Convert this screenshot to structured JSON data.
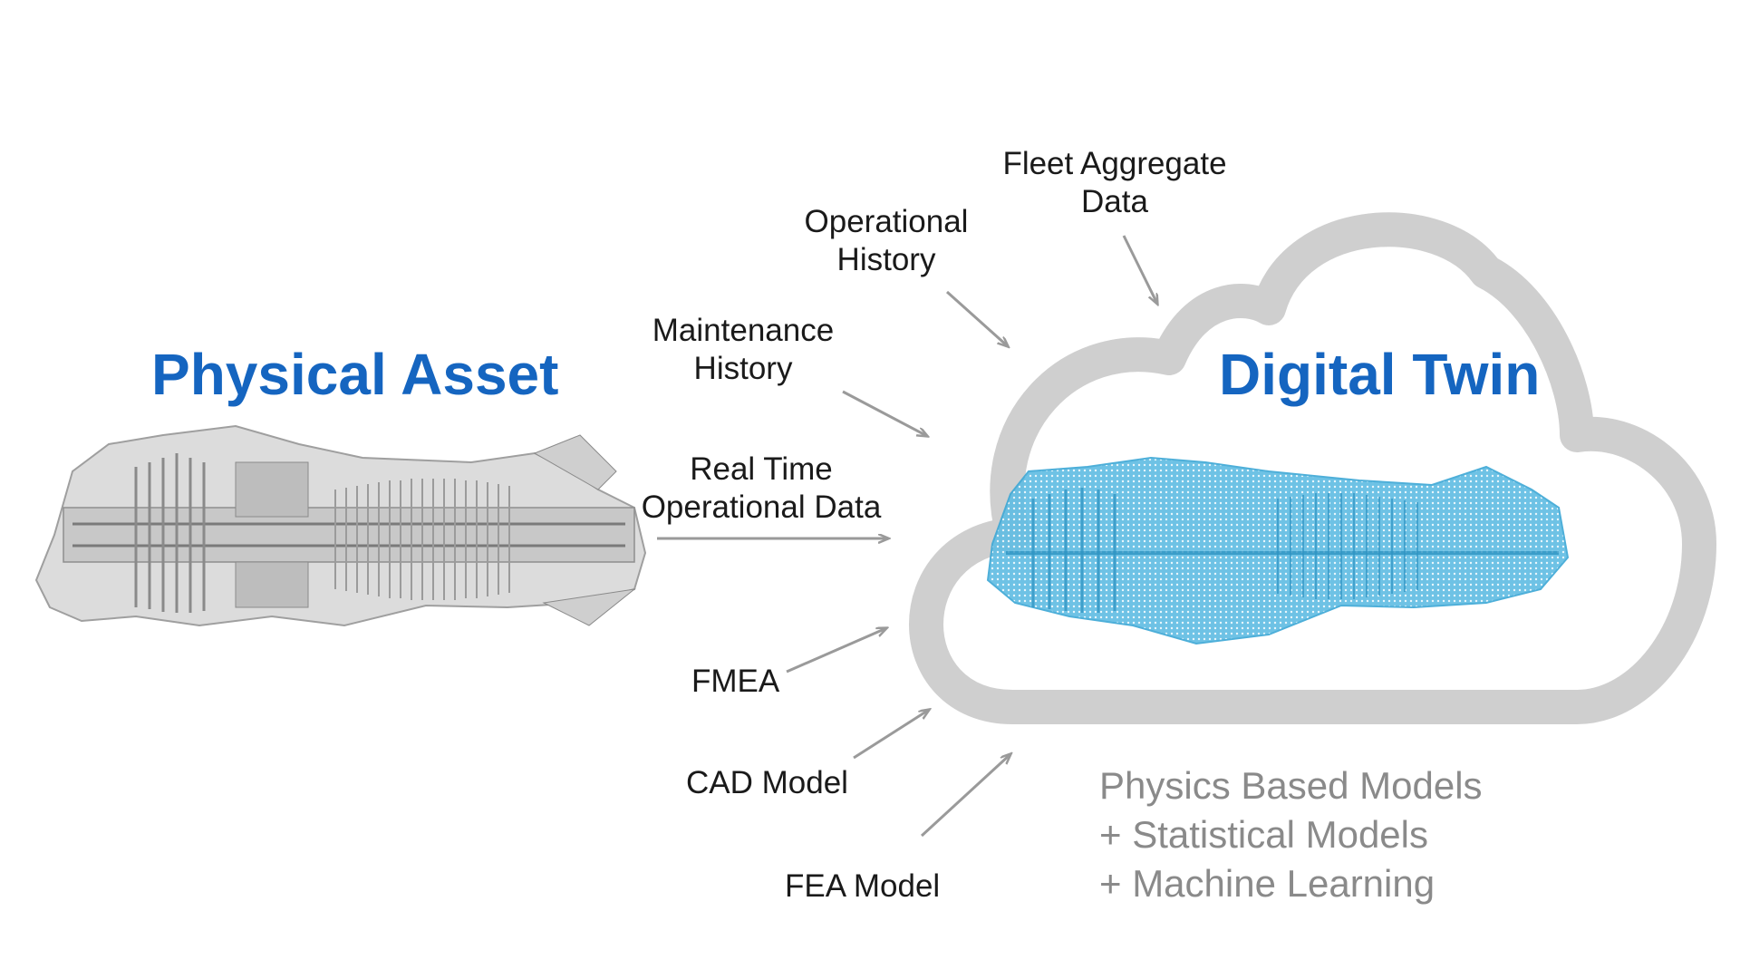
{
  "physical_asset": {
    "title": "Physical Asset",
    "image_icon": "gas-turbine-cutaway"
  },
  "digital_twin": {
    "title": "Digital Twin",
    "image_icon": "gas-turbine-point-cloud"
  },
  "inputs": {
    "fleet": [
      "Fleet Aggregate",
      "Data"
    ],
    "operational": [
      "Operational",
      "History"
    ],
    "maintenance": [
      "Maintenance",
      "History"
    ],
    "realtime": [
      "Real Time",
      "Operational Data"
    ],
    "fmea": "FMEA",
    "cad": "CAD Model",
    "fea": "FEA Model"
  },
  "models": [
    "Physics Based Models",
    "+ Statistical Models",
    "+ Machine Learning"
  ],
  "colors": {
    "title_blue": "#1565c0",
    "twin_blue": "#3fa9d6",
    "cloud_gray": "#cfcfcf",
    "arrow_gray": "#9a9a9a",
    "metal_gray": "#b9b9b9",
    "models_gray": "#8a8a8a"
  }
}
